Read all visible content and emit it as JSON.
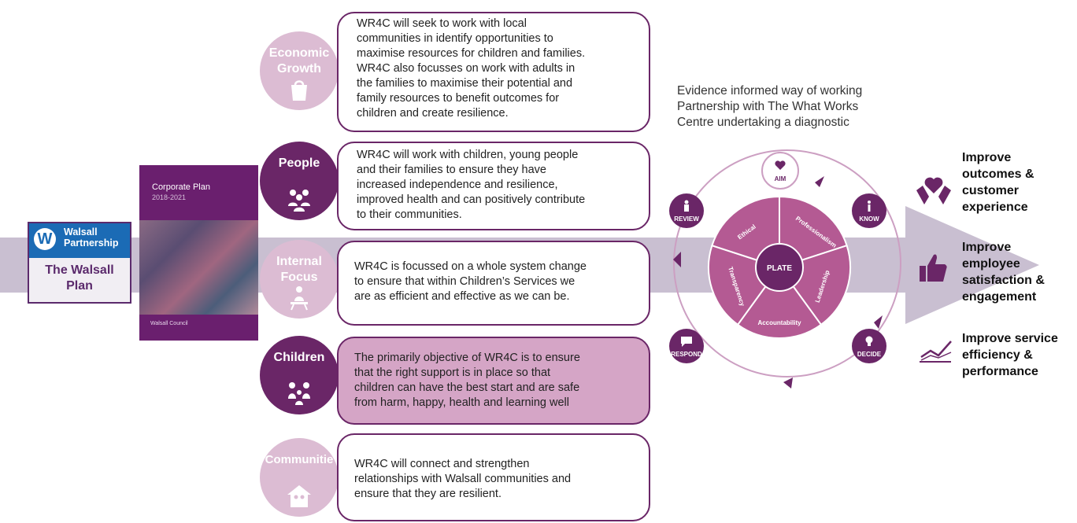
{
  "logo": {
    "name": "Walsall Partnership",
    "line1": "Walsall",
    "line2": "Partnership"
  },
  "plan_label": "The Walsall Plan",
  "plan_line1": "The Walsall",
  "plan_line2": "Plan",
  "book": {
    "title": "Corporate Plan",
    "years": "2018-2021",
    "footer": "Walsall Council"
  },
  "themes": [
    {
      "label": "Economic Growth",
      "line1": "Economic",
      "line2": "Growth",
      "icon": "shopping-bag-icon",
      "style": "light",
      "text": [
        "WR4C will seek to work with local",
        "communities in identify opportunities to",
        "maximise resources for children and families.",
        "WR4C also focusses on work with adults in",
        "the families to maximise their potential and",
        "family resources to benefit outcomes for",
        "children and create resilience."
      ]
    },
    {
      "label": "People",
      "line1": "People",
      "line2": "",
      "icon": "people-group-icon",
      "style": "dark",
      "text": [
        "WR4C will work with children, young people",
        "and their families to ensure they have",
        "increased independence and resilience,",
        "improved health and can positively contribute",
        "to their communities."
      ]
    },
    {
      "label": "Internal Focus",
      "line1": "Internal",
      "line2": "Focus",
      "icon": "person-at-desk-icon",
      "style": "light",
      "text": [
        "WR4C is focussed on a whole system change",
        "to ensure that within Children’s Services we",
        "are as efficient and effective as we can be."
      ]
    },
    {
      "label": "Children",
      "line1": "Children",
      "line2": "",
      "icon": "family-icon",
      "style": "dark",
      "text": [
        "The primarily objective of WR4C is to ensure",
        "that the right support is in place so that",
        "children can have the best start and are safe",
        "from harm, happy, health and learning well"
      ]
    },
    {
      "label": "Communitie",
      "line1": "Communitie",
      "line2": "",
      "icon": "house-icon",
      "style": "light",
      "text": [
        "WR4C will connect and strengthen",
        "relationships with Walsall communities and",
        "ensure that they are resilient."
      ]
    }
  ],
  "evidence": {
    "line1": "Evidence informed way of working",
    "line2": "Partnership with The What Works",
    "line3": "Centre undertaking a diagnostic"
  },
  "cycle": {
    "nodes": [
      {
        "label": "AIM",
        "icon": "heart-hands-icon"
      },
      {
        "label": "KNOW",
        "icon": "info-icon"
      },
      {
        "label": "DECIDE",
        "icon": "lightbulb-icon"
      },
      {
        "label": "RESPOND",
        "icon": "speech-bubble-icon"
      },
      {
        "label": "REVIEW",
        "icon": "person-icon"
      }
    ],
    "center": "PLATE",
    "segments": [
      "Professionalism",
      "Leadership",
      "Accountability",
      "Transparency",
      "Ethical"
    ]
  },
  "outcomes": [
    {
      "icon": "heart-hands-icon",
      "lines": [
        "Improve",
        "outcomes &",
        "customer",
        "experience"
      ]
    },
    {
      "icon": "thumbs-up-icon",
      "lines": [
        "Improve",
        "employee",
        "satisfaction &",
        "engagement"
      ]
    },
    {
      "icon": "trend-chart-icon",
      "lines": [
        "Improve service",
        "efficiency &",
        "performance"
      ]
    }
  ],
  "colors": {
    "purple": "#6a2667",
    "light_purple": "#dcbcd3",
    "band": "#c9bfd1",
    "ring": "#cc9fc2",
    "wheel": "#b45a93",
    "wheel_center": "#6a2667"
  }
}
